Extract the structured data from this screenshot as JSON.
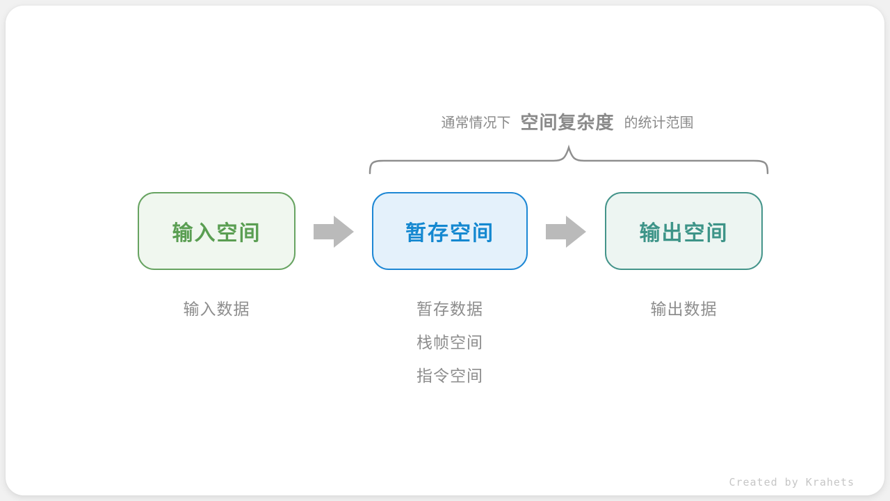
{
  "caption": {
    "prefix": "通常情况下",
    "highlight": "空间复杂度",
    "suffix": "的统计范围"
  },
  "boxes": [
    {
      "id": "input-space",
      "label": "输入空间",
      "text_color": "#5a9e52",
      "border_color": "#67a361",
      "bg_color": "#f0f7ef"
    },
    {
      "id": "temp-space",
      "label": "暂存空间",
      "text_color": "#1488d0",
      "border_color": "#1d87d4",
      "bg_color": "#e4f1fb"
    },
    {
      "id": "output-space",
      "label": "输出空间",
      "text_color": "#3d9488",
      "border_color": "#44948a",
      "bg_color": "#edf5f2"
    }
  ],
  "annotations": {
    "input": [
      "输入数据"
    ],
    "temp": [
      "暂存数据",
      "栈帧空间",
      "指令空间"
    ],
    "output": [
      "输出数据"
    ]
  },
  "credit": "Created by Krahets",
  "colors": {
    "caption_text": "#8a8a8a",
    "brace_stroke": "#8f8f8f",
    "arrow_fill": "#bababa",
    "annotation_text": "#8d8d8d",
    "credit_text": "#c6c6c6",
    "card_bg": "#ffffff",
    "page_bg": "#f1f1f1"
  }
}
